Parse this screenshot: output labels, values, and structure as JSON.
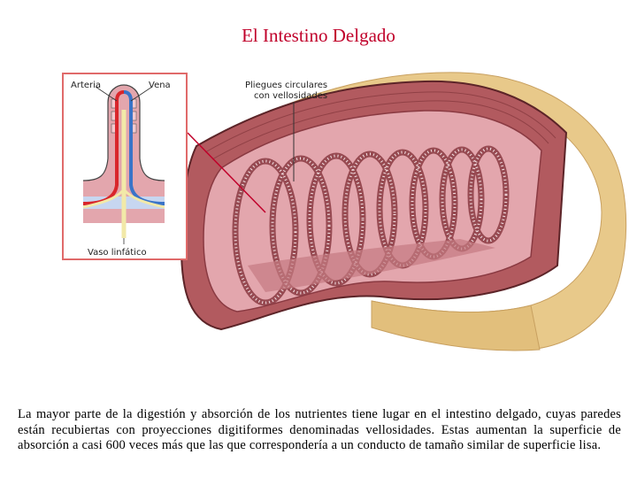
{
  "title": "El Intestino Delgado",
  "figure": {
    "labels": {
      "artery": "Arteria",
      "vein": "Vena",
      "lymphatic": "Vaso linfático",
      "folds_line1": "Pliegues circulares",
      "folds_line2": "con vellosidades"
    },
    "colors": {
      "title": "#c0002a",
      "artery": "#d9262b",
      "vein": "#3a74c8",
      "lymph": "#f2e9a8",
      "mucosa": "#e3a6ad",
      "outer_tissue": "#e8c98a"
    }
  },
  "caption": "La mayor parte de la digestión y absorción de los nutrientes tiene lugar en el intestino delgado, cuyas paredes están recubiertas con proyecciones digitiformes denominadas vellosidades. Estas aumentan la superficie de absorción a casi 600 veces más que las que correspondería a un conducto de tamaño similar de superficie lisa."
}
